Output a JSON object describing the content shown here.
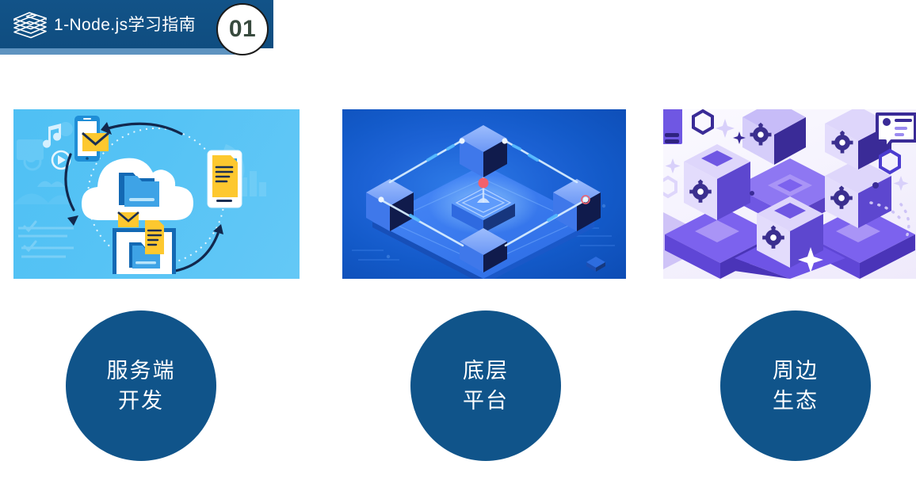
{
  "header": {
    "icon": "book-stack-icon",
    "title": "1-Node.js学习指南",
    "badge_number": "01",
    "bar_color": "#115288",
    "bar_accent_color": "#5e93c0",
    "title_color": "#ffffff",
    "badge_text_color": "#384a3e"
  },
  "panels": [
    {
      "name": "cloud-sync-illustration",
      "alt": "云端文件同步插画：白色云朵中的蓝色文件夹，周围环绕手机、平板与黄色信封、文档，深蓝色循环箭头",
      "bg_color": "#56c3f5",
      "accent_color": "#1a7fd4",
      "highlight_color": "#fdc82f"
    },
    {
      "name": "isometric-platform-illustration",
      "alt": "等距蓝色平台插画：四角立方体由发光管道连接，中心基座上有红色节点",
      "bg_color": "#1d63d6",
      "accent_color": "#7fd3ff",
      "highlight_color": "#f2616b"
    },
    {
      "name": "isometric-ecosystem-illustration",
      "alt": "等距紫色生态插画：带齿轮图标的立方体堆叠，六边形、星光与聊天气泡",
      "bg_color": "#f4f1fd",
      "accent_color": "#6f5ce8",
      "highlight_color": "#4b3cb0"
    }
  ],
  "circles": [
    {
      "name": "circle-server-development",
      "line1": "服务端",
      "line2": "开发",
      "color": "#10548a"
    },
    {
      "name": "circle-underlying-platform",
      "line1": "底层",
      "line2": "平台",
      "color": "#10548a"
    },
    {
      "name": "circle-peripheral-ecosystem",
      "line1": "周边",
      "line2": "生态",
      "color": "#10548a"
    }
  ]
}
